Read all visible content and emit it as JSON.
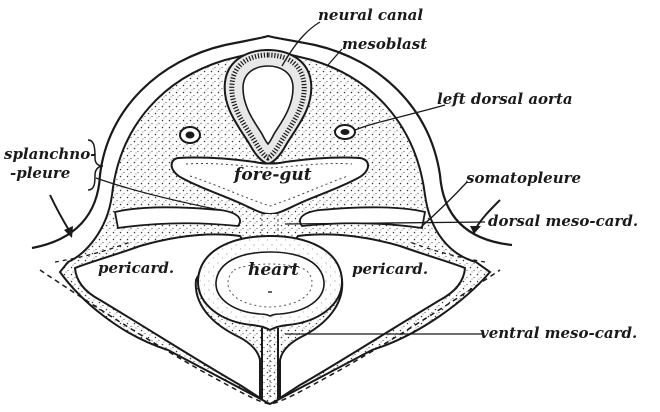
{
  "figure": {
    "labels": {
      "neural_canal": "neural canal",
      "mesoblast": "mesoblast",
      "left_dorsal_aorta": "left dorsal aorta",
      "splanchno_line1": "splanchno-",
      "splanchno_line2": "-pleure",
      "somatopleure": "somatopleure",
      "fore_gut": "fore-gut",
      "dorsal_meso_card": "dorsal meso-card.",
      "pericard_left": "pericard.",
      "heart": "heart",
      "pericard_right": "pericard.",
      "ventral_meso_card": "ventral meso-card."
    },
    "colors": {
      "ink": "#1a1a1a",
      "paper": "#ffffff"
    }
  }
}
